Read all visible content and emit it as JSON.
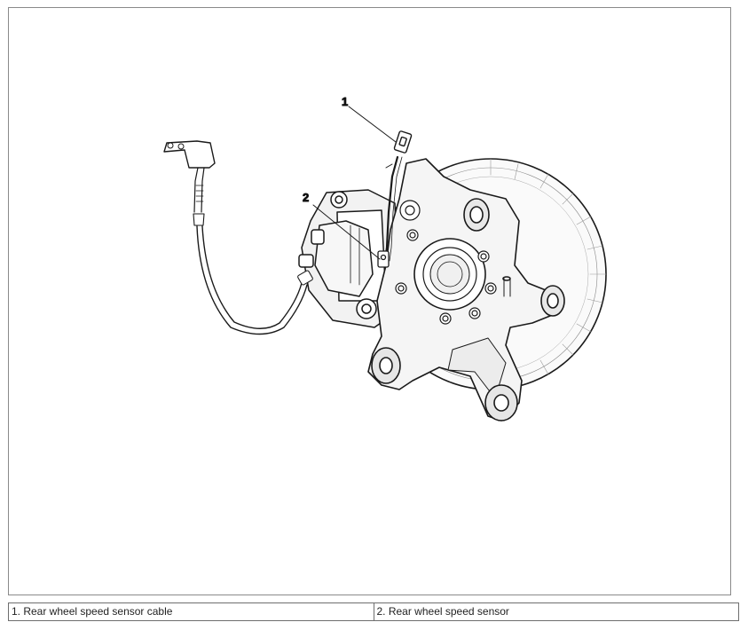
{
  "figure": {
    "callouts": [
      {
        "number": "1"
      },
      {
        "number": "2"
      }
    ]
  },
  "legend": {
    "items": [
      {
        "text": "1. Rear wheel speed sensor cable"
      },
      {
        "text": "2. Rear wheel speed sensor"
      }
    ]
  }
}
